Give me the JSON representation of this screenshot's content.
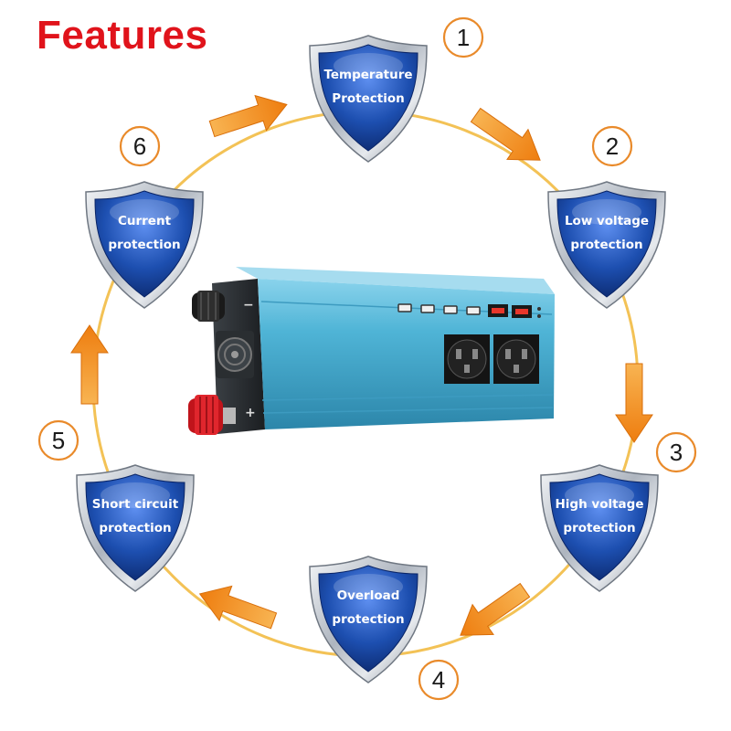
{
  "title": "Features",
  "features": [
    {
      "number": "1",
      "line1": "Temperature",
      "line2": "Protection"
    },
    {
      "number": "2",
      "line1": "Low voltage",
      "line2": "protection"
    },
    {
      "number": "3",
      "line1": "High voltage",
      "line2": "protection"
    },
    {
      "number": "4",
      "line1": "Overload",
      "line2": "protection"
    },
    {
      "number": "5",
      "line1": "Short circuit",
      "line2": "protection"
    },
    {
      "number": "6",
      "line1": "Current",
      "line2": "protection"
    }
  ],
  "device": {
    "polarity_minus": "−",
    "polarity_plus": "+"
  },
  "colors": {
    "title": "#e0131b",
    "shield_blue": "#1d4fb0",
    "shield_silver": "#c9ced6",
    "ring": "#f3c256",
    "arrow": "#f5901e",
    "device_blue": "#4fb4d6"
  }
}
